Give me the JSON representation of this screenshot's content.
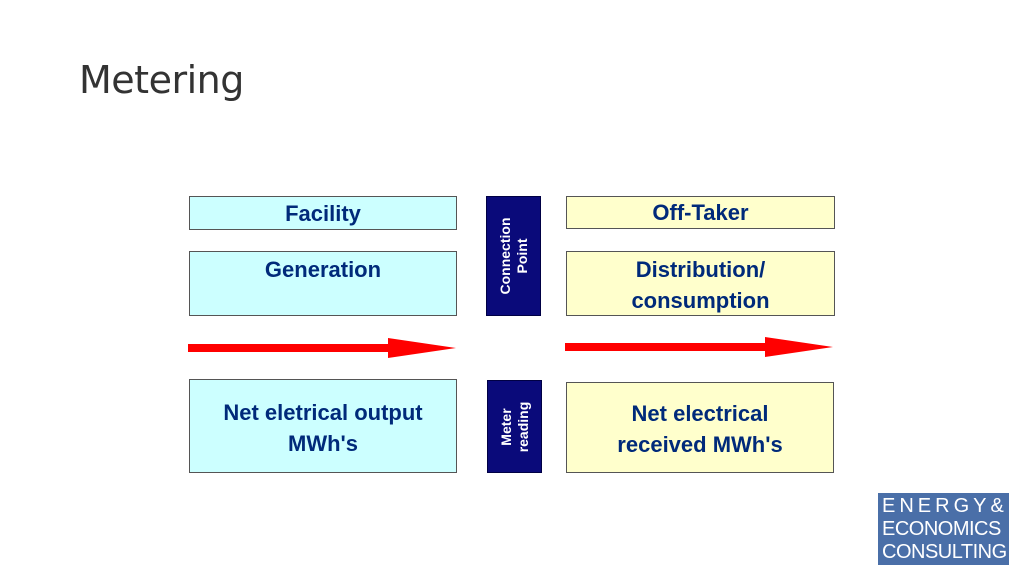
{
  "slide": {
    "title": "Metering"
  },
  "facility": {
    "header": "Facility",
    "generation": "Generation",
    "net_output": "Net eletrical output MWh's"
  },
  "offtaker": {
    "header": "Off-Taker",
    "distribution": "Distribution/ consumption",
    "net_received": "Net electrical received MWh's"
  },
  "connection_point": {
    "label": "Connection Point"
  },
  "meter_reading": {
    "label": "Meter reading"
  },
  "logo": {
    "line1": "ENERGY&",
    "line2": "ECONOMICS",
    "line3": "CONSULTING"
  },
  "colors": {
    "left_box": "#ccffff",
    "right_box": "#ffffcc",
    "vertical_box": "#0a0a7a",
    "arrow": "#ff0000",
    "logo_bg": "#4a6fa8"
  }
}
